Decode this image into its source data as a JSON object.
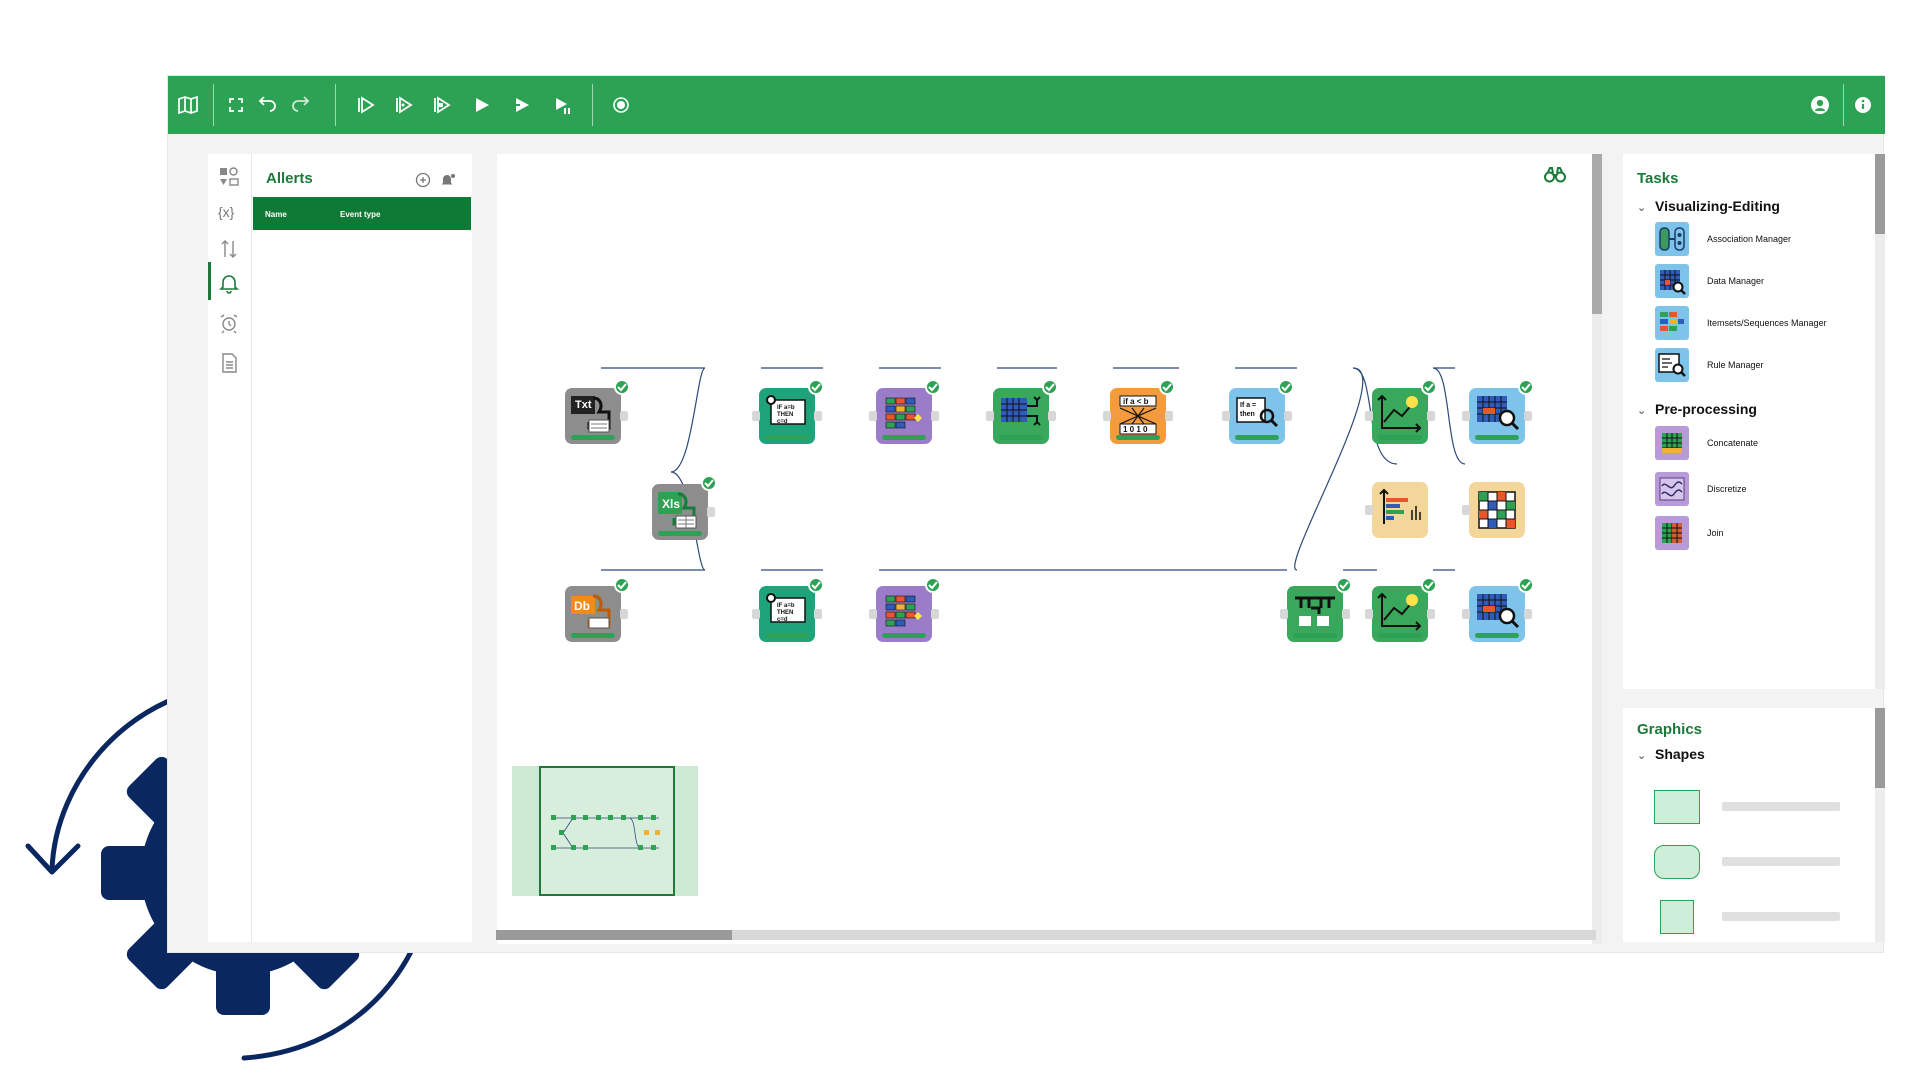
{
  "toolbar": {
    "left_buttons": [
      "map-icon",
      "fullscreen-icon",
      "undo-icon",
      "redo-icon"
    ],
    "run_buttons": [
      "run-step-icon",
      "run-to-icon",
      "run-from-icon",
      "run-all-icon",
      "run-selected-icon",
      "run-pause-icon"
    ],
    "record_button": "record-icon",
    "right_buttons": [
      "user-icon",
      "info-icon"
    ],
    "color": "#2ea254"
  },
  "icon_rail": {
    "items": [
      "tasks-icon",
      "variables-icon",
      "transfer-icon",
      "bell-icon",
      "alarm-icon",
      "document-icon"
    ],
    "variables_label": "{x}",
    "active": "bell-icon"
  },
  "alerts": {
    "title": "Allerts",
    "columns": [
      "Name",
      "Event type"
    ],
    "rows": []
  },
  "canvas": {
    "nodes": [
      {
        "id": "txt",
        "label": "Txt"
      },
      {
        "id": "xls",
        "label": "Xls"
      },
      {
        "id": "db",
        "label": "Db"
      },
      {
        "id": "rule1",
        "label": "IF a=b THEN c=d"
      },
      {
        "id": "rule2",
        "label": "IF a=b THEN c=d"
      },
      {
        "id": "ifab",
        "label": "if a < b"
      },
      {
        "id": "ifab_bits",
        "label": "1 0 1 0"
      },
      {
        "id": "ifthen",
        "label": "If a = then"
      }
    ]
  },
  "tasks": {
    "title": "Tasks",
    "sections": [
      {
        "name": "Visualizing-Editing",
        "items": [
          "Association Manager",
          "Data Manager",
          "Itemsets/Sequences Manager",
          "Rule Manager"
        ]
      },
      {
        "name": "Pre-processing",
        "items": [
          "Concatenate",
          "Discretize",
          "Join"
        ]
      }
    ]
  },
  "graphics": {
    "title": "Graphics",
    "section": "Shapes"
  }
}
